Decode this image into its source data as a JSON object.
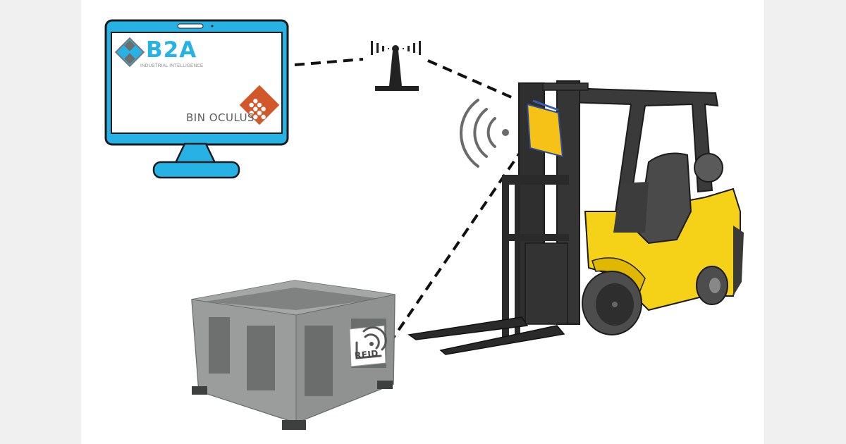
{
  "diagram": {
    "description": "RFID-based bin tracking: forklift-mounted reader detects RFID-tagged crate and transmits via antenna to monitoring software",
    "colors": {
      "background": "#f0f0f0",
      "panel": "#ffffff",
      "monitor_blue": "#27b2e6",
      "outline": "#1c1c1c",
      "forklift_yellow": "#f5d117",
      "forklift_dark": "#3a3a3a",
      "crate_gray": "#8e9190",
      "binoculus_orange": "#d2582b",
      "signal_gray": "#6b6b6b"
    },
    "nodes": [
      {
        "id": "monitor",
        "label": "Monitor / Dashboard"
      },
      {
        "id": "antenna",
        "label": "Radio tower antenna"
      },
      {
        "id": "forklift",
        "label": "Forklift with RFID reader"
      },
      {
        "id": "crate",
        "label": "Plastic pallet box with RFID tag"
      }
    ],
    "edges": [
      {
        "from": "monitor",
        "to": "antenna",
        "style": "dashed"
      },
      {
        "from": "antenna",
        "to": "forklift",
        "style": "dashed"
      },
      {
        "from": "forklift",
        "to": "crate",
        "style": "dashed"
      }
    ]
  },
  "monitor": {
    "logo_b2a": {
      "name": "B2A",
      "tagline": "INDUSTRIAL INTELLIGENCE"
    },
    "logo_binoculus": {
      "name": "BIN OCULUS"
    }
  },
  "crate": {
    "tag_label": "RFID"
  },
  "icons": {
    "antenna": "radio-tower-icon",
    "wireless": "wifi-signal-icon",
    "rfid": "rfid-tag-icon"
  }
}
